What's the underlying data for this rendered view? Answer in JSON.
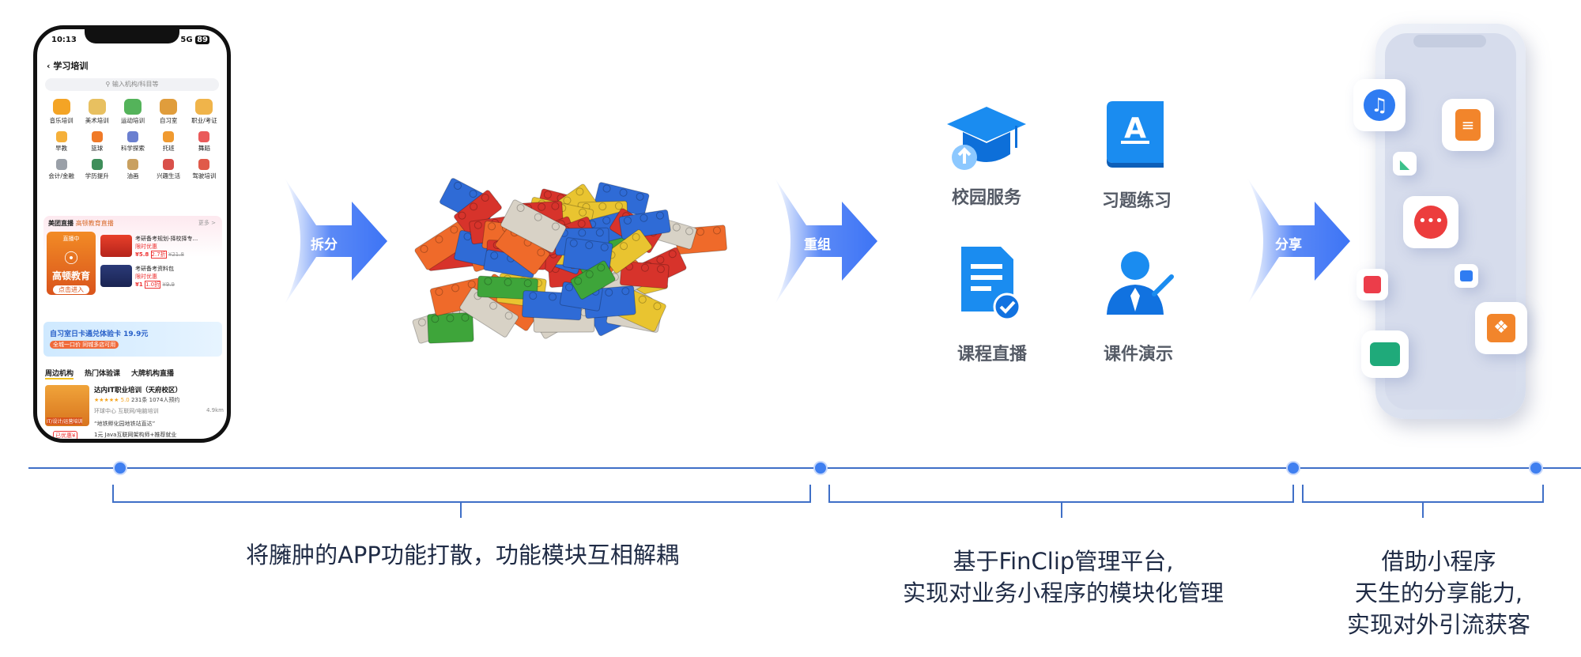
{
  "phone": {
    "status_time": "10:13",
    "status_net": "5G",
    "status_battery": "89",
    "page_title": "学习培训",
    "search_placeholder": "输入机构/科目等",
    "categories": [
      {
        "label": "音乐培训",
        "color": "#f4a425"
      },
      {
        "label": "美术培训",
        "color": "#e8c060"
      },
      {
        "label": "运动培训",
        "color": "#54b35a"
      },
      {
        "label": "自习室",
        "color": "#e09d3c"
      },
      {
        "label": "职业/考证",
        "color": "#f0b44a"
      },
      {
        "label": "早教",
        "color": "#f5b03a"
      },
      {
        "label": "篮球",
        "color": "#f07a28"
      },
      {
        "label": "科学探索",
        "color": "#6a7fd0"
      },
      {
        "label": "托班",
        "color": "#f09a30"
      },
      {
        "label": "舞蹈",
        "color": "#ea5a5a"
      },
      {
        "label": "会计/金融",
        "color": "#9aa0a8"
      },
      {
        "label": "学历提升",
        "color": "#3e8e5a"
      },
      {
        "label": "油画",
        "color": "#c9a060"
      },
      {
        "label": "兴趣生活",
        "color": "#d9504a"
      },
      {
        "label": "驾驶培训",
        "color": "#e05a4a"
      }
    ],
    "live_header": "美团直播",
    "live_sub": "高顿教育直播",
    "more": "更多 >",
    "promo_brand": "高顿教育",
    "promo_cta": "点击进入",
    "promo_tag": "直播中",
    "live_items": [
      {
        "title": "考研备考规划-择校择专...",
        "tag": "限时优惠",
        "price": "¥5.8",
        "sold": "2.7折",
        "orig": "¥21.8"
      },
      {
        "title": "考研备考资料包",
        "tag": "限时优惠",
        "price": "¥1",
        "sold": "1.0折",
        "orig": "¥9.9"
      }
    ],
    "banner_text": "自习室日卡通兑体验卡 19.9元",
    "banner_sub": "全城一口价 同城多店可用",
    "tabs": [
      "周边机构",
      "热门体验课",
      "大牌机构直播"
    ],
    "listing": {
      "name": "达内IT职业培训（天府校区）",
      "rating": "5.0",
      "reviews": "231条",
      "booked": "1074人预约",
      "area": "环球中心 互联网/电脑培训",
      "distance": "4.9km",
      "quote": "“地铁孵化园地铁站直达”",
      "badge": "已优惠¥",
      "deal": "1元 Java互联网架构师+推荐就业",
      "thumb_label": "IT/设计/运营培训"
    }
  },
  "arrows": {
    "split": "拆分",
    "recombine": "重组",
    "share": "分享"
  },
  "features": [
    {
      "label": "校园服务",
      "icon": "graduation-cap-icon"
    },
    {
      "label": "习题练习",
      "icon": "book-icon"
    },
    {
      "label": "课程直播",
      "icon": "document-check-icon"
    },
    {
      "label": "课件演示",
      "icon": "presenter-icon"
    }
  ],
  "captions": {
    "left": "将臃肿的APP功能打散，功能模块互相解耦",
    "middle_line1": "基于FinClip管理平台,",
    "middle_line2": "实现对业务小程序的模块化管理",
    "right_line1": "借助小程序",
    "right_line2": "天生的分享能力,",
    "right_line3": "实现对外引流获客"
  },
  "colors": {
    "accent": "#3f7ff0",
    "timeline": "#3f6fc7",
    "arrow": "#3d74f5"
  }
}
